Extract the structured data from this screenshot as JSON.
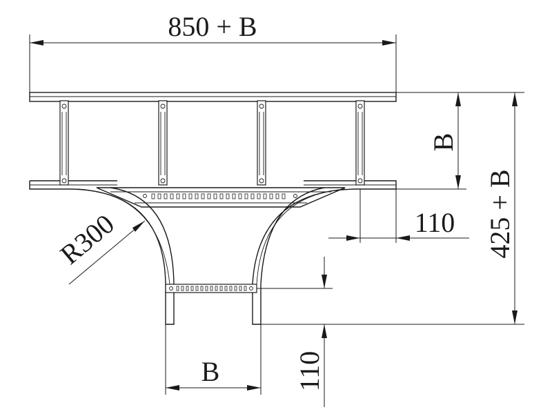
{
  "dimensions": {
    "overall_width": "850 + B",
    "branch_height": "B",
    "overall_height": "425 + B",
    "offset_right": "110",
    "bend_radius": "R300",
    "outlet_width": "B",
    "outlet_offset": "110"
  },
  "colors": {
    "line": "#1a1a1a",
    "background": "#ffffff"
  }
}
